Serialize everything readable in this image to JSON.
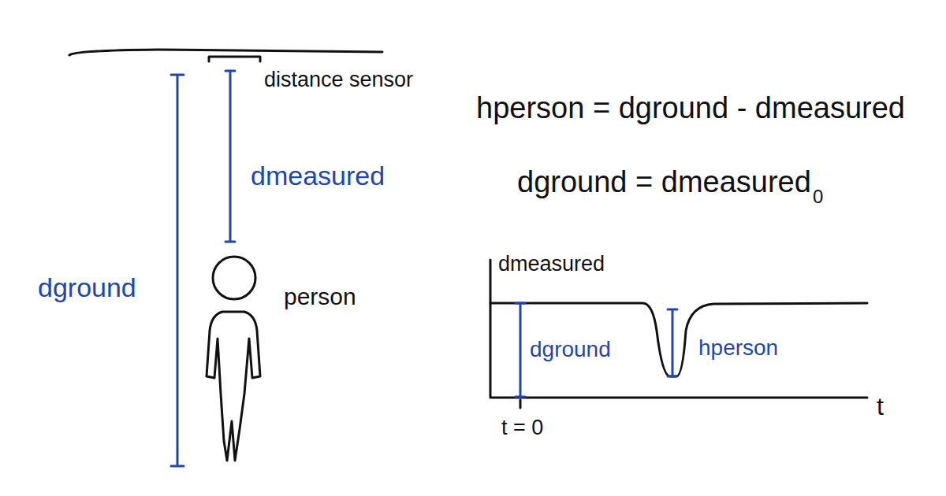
{
  "diagram": {
    "labels": [
      "distance sensor",
      "dmeasured",
      "dground",
      "person",
      "hperson = dground - dmeasured",
      "dground = dmeasured",
      "0",
      "dmeasured",
      "dground",
      "hperson",
      "t",
      "t = 0"
    ]
  }
}
